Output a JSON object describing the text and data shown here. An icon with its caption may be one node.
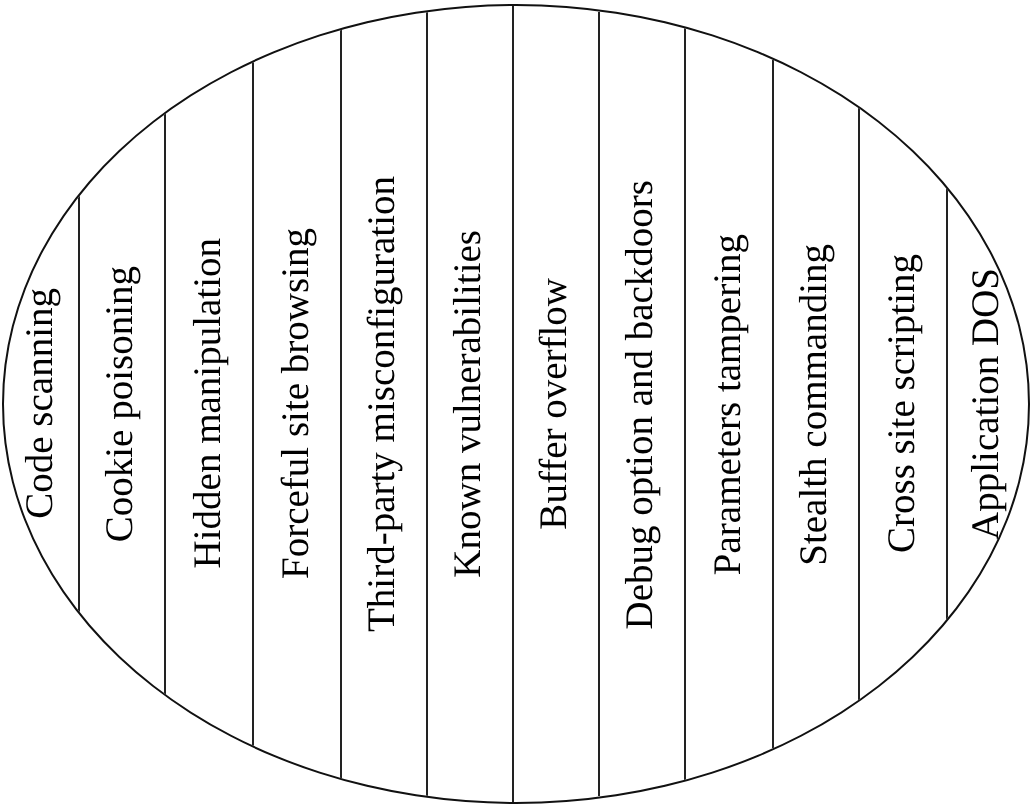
{
  "diagram": {
    "nodes": [
      {
        "text": [],
        "shape": "ellipse"
      },
      {
        "text": [
          "Code scanning"
        ],
        "in": 0
      },
      {
        "text": [
          "Cookie poisoning"
        ],
        "in": 0
      },
      {
        "text": [
          "Hidden manipulation"
        ],
        "in": 0
      },
      {
        "text": [
          "Forceful site browsing"
        ],
        "in": 0
      },
      {
        "text": [
          "Third-party misconfiguration"
        ],
        "in": 0
      },
      {
        "text": [
          "Known vulnerabilities"
        ],
        "in": 0
      },
      {
        "text": [
          "Buffer overflow"
        ],
        "in": 0
      },
      {
        "text": [
          "Debug option and backdoors"
        ],
        "in": 0
      },
      {
        "text": [
          "Parameters tampering"
        ],
        "in": 0
      },
      {
        "text": [
          "Stealth commanding"
        ],
        "in": 0
      },
      {
        "text": [
          "Cross site scripting"
        ],
        "in": 0
      },
      {
        "text": [
          "Application DOS"
        ],
        "in": 0
      }
    ]
  }
}
